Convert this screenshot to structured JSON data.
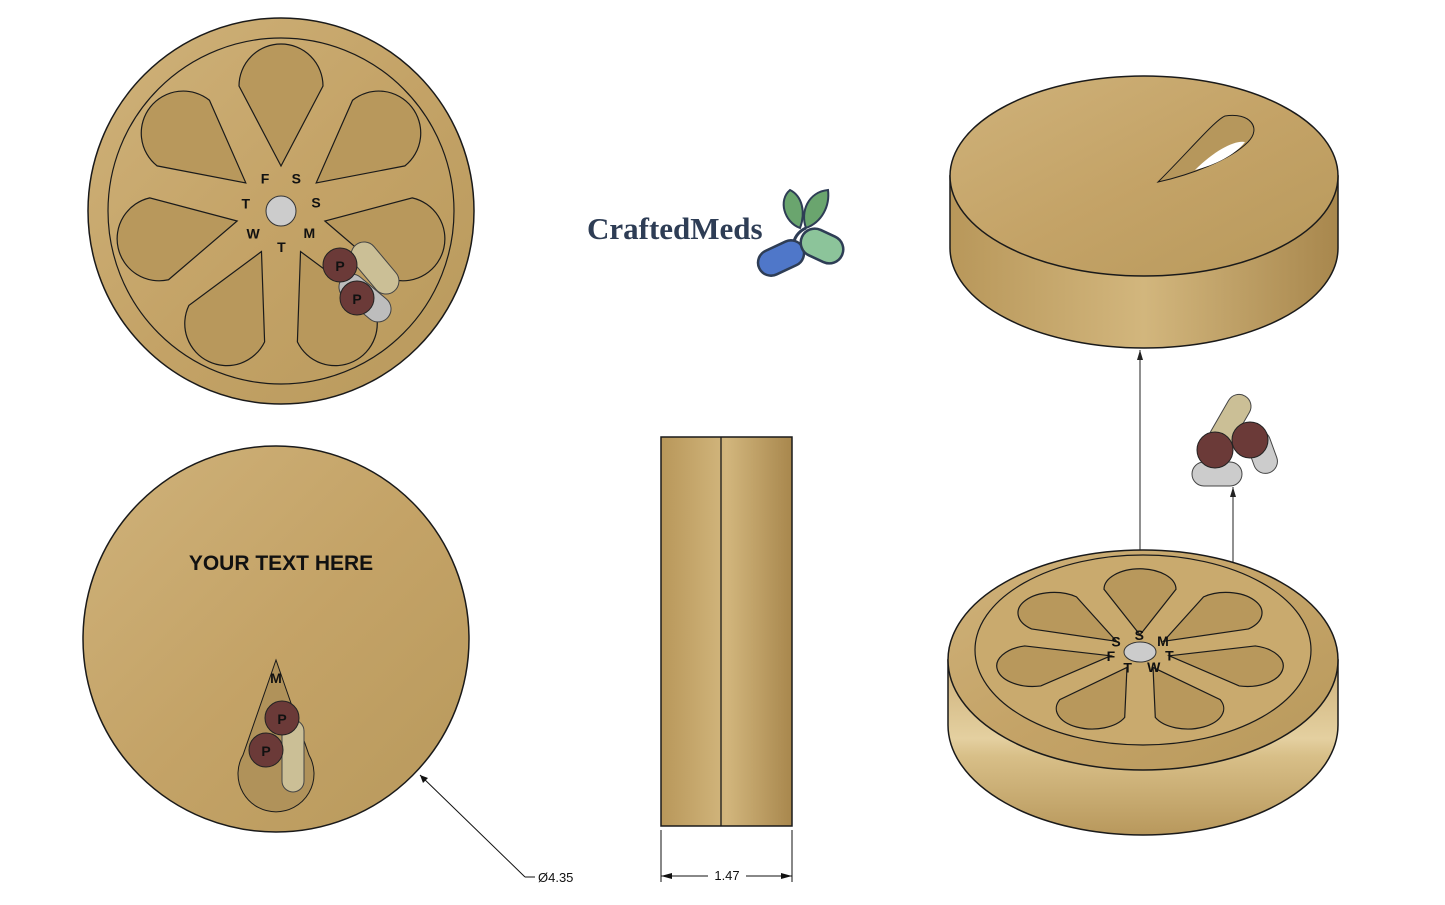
{
  "logo": {
    "text": "CraftedMeds",
    "colors": {
      "text": "#2e3d55",
      "leaf": "#6aa56e",
      "capsule_blue": "#4f77c9",
      "capsule_green": "#8cc49a"
    }
  },
  "top_view": {
    "day_labels": [
      "M",
      "T",
      "W",
      "T",
      "F",
      "S",
      "S"
    ],
    "pill_letter": "P"
  },
  "bottom_view": {
    "engraving": "YOUR TEXT HERE",
    "window_day": "M",
    "pill_letter": "P"
  },
  "iso_base": {
    "day_labels": [
      "M",
      "T",
      "W",
      "T",
      "F",
      "S",
      "S"
    ]
  },
  "dimensions": {
    "diameter": "Ø4.35",
    "thickness": "1.47"
  },
  "colors": {
    "wood": "#c9a86a",
    "wood_dark": "#a88a50",
    "pocket": "#b8985c",
    "outline": "#1a1a1a"
  }
}
